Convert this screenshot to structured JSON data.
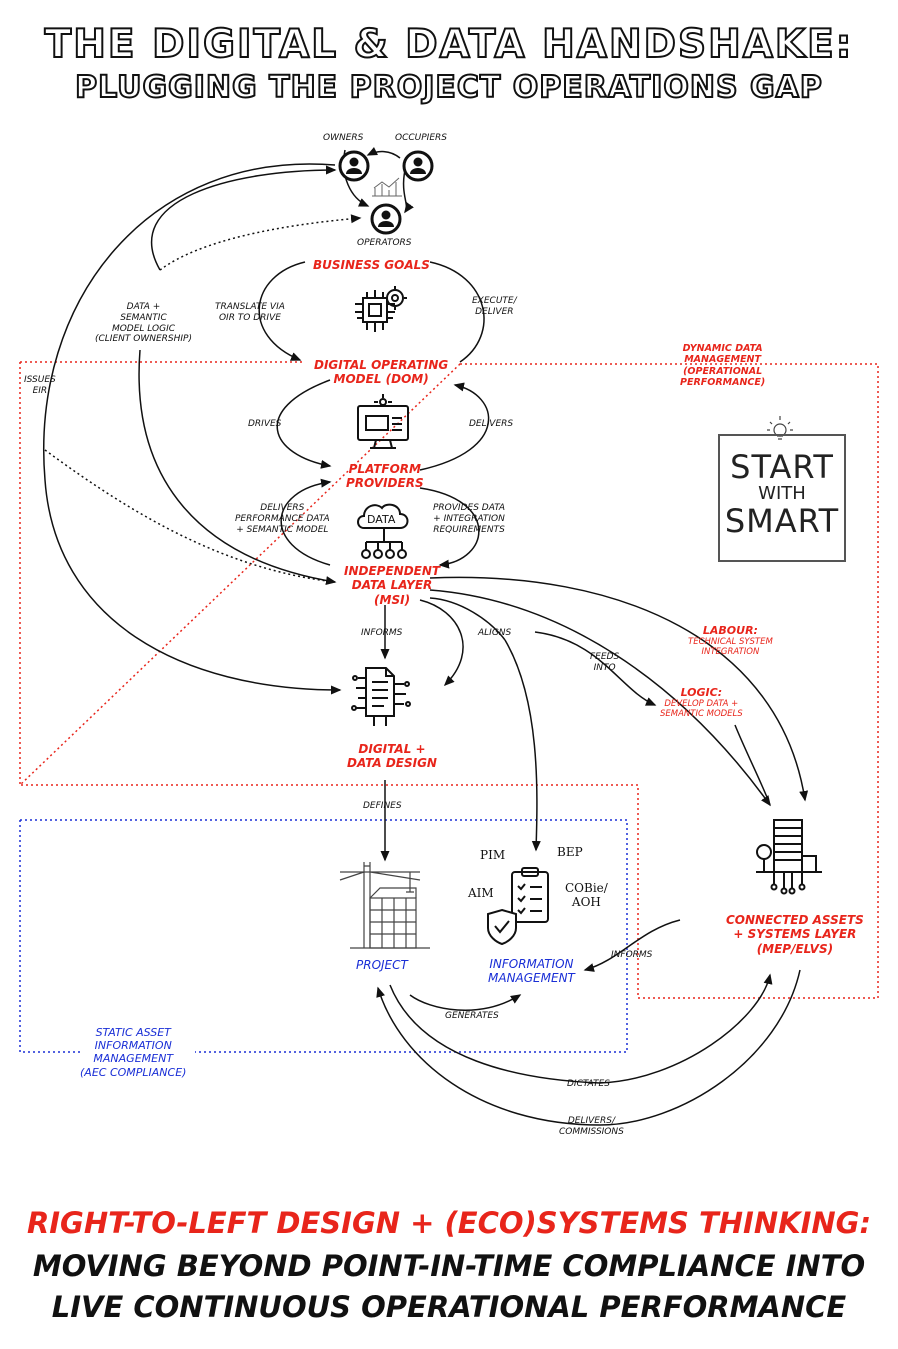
{
  "title": {
    "main": "THE DIGITAL & DATA HANDSHAKE:",
    "sub": "PLUGGING THE PROJECT OPERATIONS GAP"
  },
  "nodes": {
    "owners": "OWNERS",
    "occupiers": "OCCUPIERS",
    "operators": "OPERATORS",
    "business_goals": "BUSINESS GOALS",
    "dom_line1": "DIGITAL OPERATING",
    "dom_line2": "MODEL (DOM)",
    "platform_line1": "PLATFORM",
    "platform_line2": "PROVIDERS",
    "idl_line1": "INDEPENDENT",
    "idl_line2": "DATA LAYER",
    "idl_line3": "(MSI)",
    "design_line1": "DIGITAL +",
    "design_line2": "DATA DESIGN",
    "project": "PROJECT",
    "im_line1": "INFORMATION",
    "im_line2": "MANAGEMENT",
    "connected_line1": "CONNECTED ASSETS",
    "connected_line2": "+ SYSTEMS LAYER",
    "connected_line3": "(MEP/ELVS)"
  },
  "edge_labels": {
    "translate_l1": "TRANSLATE VIA",
    "translate_l2": "OIR TO DRIVE",
    "execute_l1": "EXECUTE/",
    "execute_l2": "DELIVER",
    "data_l1": "DATA +",
    "data_l2": "SEMANTIC",
    "data_l3": "MODEL LOGIC",
    "data_l4": "(CLIENT OWNERSHIP)",
    "issues_l1": "ISSUES",
    "issues_l2": "EIR",
    "drives": "DRIVES",
    "delivers": "DELIVERS",
    "perf_l1": "DELIVERS",
    "perf_l2": "PERFORMANCE DATA",
    "perf_l3": "+ SEMANTIC MODEL",
    "prov_l1": "PROVIDES DATA",
    "prov_l2": "+ INTEGRATION",
    "prov_l3": "REQUIREMENTS",
    "informs": "INFORMS",
    "aligns": "ALIGNS",
    "feeds_l1": "FEEDS",
    "feeds_l2": "INTO",
    "labour_title": "LABOUR:",
    "labour_l1": "TECHNICAL SYSTEM",
    "labour_l2": "INTEGRATION",
    "logic_title": "LOGIC:",
    "logic_l1": "DEVELOP DATA +",
    "logic_l2": "SEMANTIC MODELS",
    "defines": "DEFINES",
    "informs2": "INFORMS",
    "generates": "GENERATES",
    "dictates": "DICTATES",
    "delcom_l1": "DELIVERS/",
    "delcom_l2": "COMMISSIONS"
  },
  "im_docs": {
    "pim": "PIM",
    "bep": "BEP",
    "aim": "AIM",
    "cobie_l1": "COBie/",
    "cobie_l2": "AOH"
  },
  "regions": {
    "dynamic_l1": "DYNAMIC DATA",
    "dynamic_l2": "MANAGEMENT",
    "dynamic_l3": "(OPERATIONAL",
    "dynamic_l4": "PERFORMANCE)",
    "static_l1": "STATIC ASSET",
    "static_l2": "INFORMATION",
    "static_l3": "MANAGEMENT",
    "static_l4": "(AEC COMPLIANCE)"
  },
  "badge": {
    "l1": "START",
    "l2": "WITH",
    "l3": "SMART"
  },
  "bottom": {
    "line1": "RIGHT-TO-LEFT DESIGN + (ECO)SYSTEMS THINKING:",
    "line2": "MOVING BEYOND POINT-IN-TIME COMPLIANCE INTO",
    "line3": "LIVE CONTINUOUS OPERATIONAL PERFORMANCE"
  },
  "colors": {
    "red": "#e8251b",
    "blue": "#1a2fd6",
    "ink": "#111111"
  },
  "icons": [
    "person-icon",
    "chart-icon",
    "chip-gear-icon",
    "monitor-icon",
    "data-cloud-icon",
    "document-chip-icon",
    "building-crane-icon",
    "checklist-shield-icon",
    "smart-building-icon",
    "lightbulb-icon"
  ]
}
